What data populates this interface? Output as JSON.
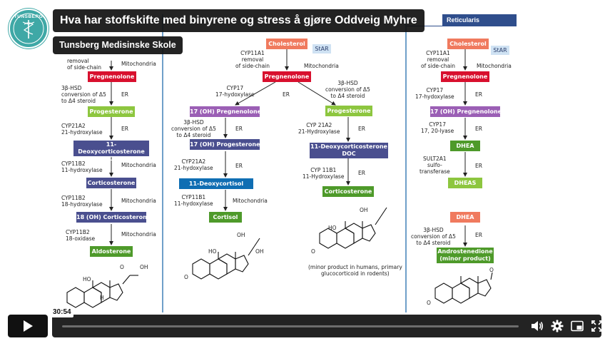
{
  "video": {
    "title": "Hva har stoffskifte med binyrene og stress å gjøre Oddveig Myhre",
    "channel": "Tunsberg Medisinske Skole",
    "logo_text": "TUNSBERG",
    "time": "30:54",
    "progress": 0.0
  },
  "controls": {
    "play": "play-icon",
    "volume": "volume-icon",
    "settings": "gear-icon",
    "pip": "picture-in-picture-icon",
    "fullscreen": "fullscreen-icon"
  },
  "diagram": {
    "col3_header": "Reticularis",
    "col1": {
      "lbl_removal": "removal\nof side-chain",
      "lbl_mito_top": "Mitochondria",
      "pregnenolone": "Pregnenolone",
      "lbl_3bhsd": "3β-HSD\nconversion of Δ5\nto Δ4 steroid",
      "er1": "ER",
      "progesterone": "Progesterone",
      "lbl_cyp21": "CYP21A2\n21-hydroxylase",
      "er2": "ER",
      "doc": "11-Deoxycorticosterone\nDOC",
      "lbl_cyp11b2a": "CYP11B2\n11-hydroxylase",
      "mito1": "Mitochondria",
      "corticosterone": "Corticosterone",
      "lbl_cyp11b2b": "CYP11B2\n18-hydroxylase",
      "mito2": "Mitochondria",
      "oh_cort": "18 (OH) Corticosterone",
      "lbl_cyp11b2c": "CYP11B2\n18-oxidase",
      "mito3": "Mitochondria",
      "aldosterone": "Aldosterone"
    },
    "col2": {
      "cholesterol": "Cholesterol",
      "star": "StAR",
      "lbl_cyp11a1": "CYP11A1\nremoval\nof side-chain",
      "lbl_mito": "Mitochondria",
      "pregnenolone": "Pregnenolone",
      "lbl_cyp17": "CYP17\n17-hydoxylase",
      "er_mid": "ER",
      "lbl_3bhsd": "3β-HSD\nconversion of Δ5\nto Δ4 steroid",
      "oh_preg": "17 (OH) Pregnenolone",
      "lbl_3bhsd_l": "3β-HSD\nconversion of Δ5\nto Δ4 steroid",
      "er_l1": "ER",
      "progesterone": "Progesterone",
      "lbl_cyp21_r": "CYP 21A2\n21-Hydroxylase",
      "er_r1": "ER",
      "oh_prog": "17 (OH) Progesterone",
      "lbl_cyp21_l": "CYP21A2\n21-hydoxylase",
      "er_l2": "ER",
      "doc": "11-Deoxycorticosterone\nDOC",
      "deoxycortisol": "11-Deoxycortisol",
      "lbl_cyp11b1_r": "CYP 11B1\n11-Hydroxylase",
      "er_r2": "ER",
      "lbl_cyp11b1_l": "CYP11B1\n11-hydoxylase",
      "mito_l": "Mitochondria",
      "corticosterone": "Corticosterone",
      "cortisol": "Cortisol",
      "note": "(minor product in humans, primary\nglucocorticoid in rodents)"
    },
    "col3": {
      "cholesterol": "Cholesterol",
      "star": "StAR",
      "lbl_cyp11a1": "CYP11A1\nremoval\nof side-chain",
      "lbl_mito": "Mitochondria",
      "pregnenolone": "Pregnenolone",
      "lbl_cyp17": "CYP17\n17-hydoxylase",
      "er1": "ER",
      "oh_preg": "17 (OH) Pregnenolone",
      "lbl_cyp17b": "CYP17\n17, 20-lyase",
      "er2": "ER",
      "dhea": "DHEA",
      "lbl_sult": "SULT2A1\nsulfo-\ntransferase",
      "er3": "ER",
      "dheas": "DHEAS",
      "dhea2": "DHEA",
      "lbl_3bhsd": "3β-HSD\nconversion of Δ5\nto Δ4 steroid",
      "er4": "ER",
      "andro": "Androstenedione\n(minor product)"
    },
    "atoms": {
      "oh": "OH",
      "o": "O",
      "ho": "HO",
      "h": "H"
    }
  }
}
